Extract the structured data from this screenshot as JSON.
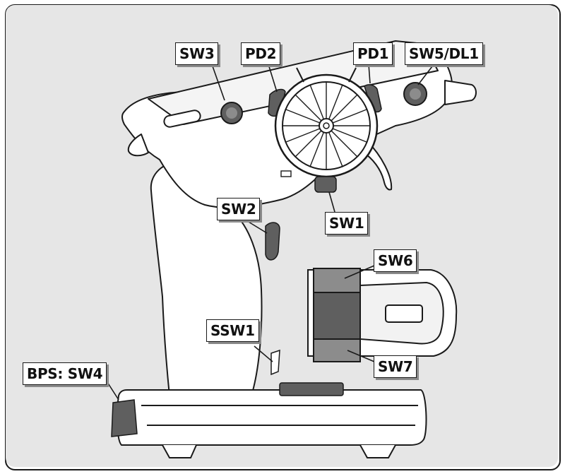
{
  "colors": {
    "background": "#e6e6e6",
    "body_fill": "#ffffff",
    "outline": "#1a1a1a",
    "highlight_dark": "#5f5f5f",
    "highlight_mid": "#8c8c8c",
    "label_shadow": "#8a8a8a"
  },
  "labels": {
    "sw3": "SW3",
    "pd2": "PD2",
    "pd1": "PD1",
    "sw5_dl1": "SW5/DL1",
    "sw2": "SW2",
    "sw1": "SW1",
    "sw6": "SW6",
    "sw7": "SW7",
    "ssw1": "SSW1",
    "bps_sw4": "BPS: SW4"
  }
}
